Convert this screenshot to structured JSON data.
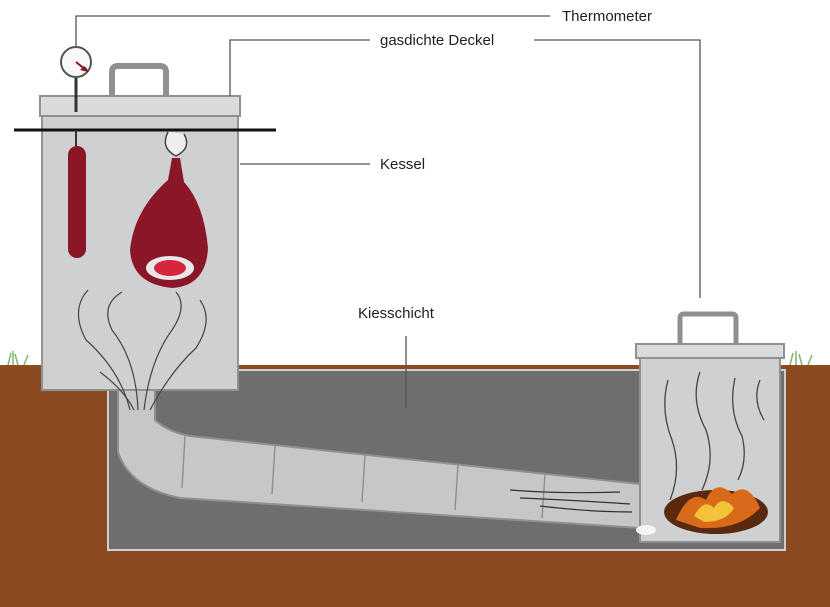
{
  "labels": {
    "thermometer": "Thermometer",
    "lid": "gasdichte Deckel",
    "kettle": "Kessel",
    "gravel_layer": "Kiesschicht"
  },
  "colors": {
    "soil": "#8b4a1f",
    "pit": "#6e6e6e",
    "metal": "#cfd0d2",
    "metal_edge": "#8f9092",
    "meat": "#8b1628",
    "fire": "#d86a1a",
    "leader_line": "#555555"
  },
  "icons": {
    "thermometer": "thermometer-icon",
    "sausage": "sausage-icon",
    "ham": "ham-icon",
    "fire": "fire-icon"
  }
}
